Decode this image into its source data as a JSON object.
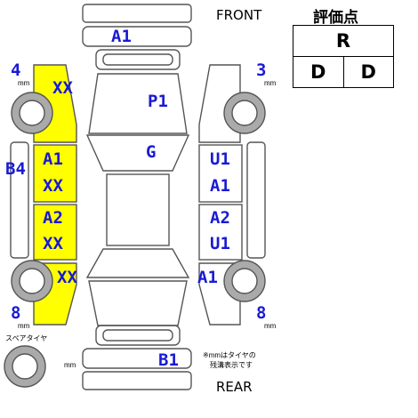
{
  "labels": {
    "front": "FRONT",
    "rear": "REAR",
    "grade_title": "評価点",
    "spare_tire": "スペアタイヤ",
    "tread_note_line1": "※mmはタイヤの",
    "tread_note_line2": "残溝表示です"
  },
  "grade": {
    "overall": "R",
    "interior": "D",
    "exterior": "D"
  },
  "tires": {
    "front_left": {
      "value": "4",
      "unit": "mm"
    },
    "front_right": {
      "value": "3",
      "unit": "mm"
    },
    "rear_left": {
      "value": "8",
      "unit": "mm"
    },
    "rear_right": {
      "value": "8",
      "unit": "mm"
    },
    "spare_unit": "mm"
  },
  "damage_codes": {
    "front_bumper": "A1",
    "hood": "P1",
    "roof": "G",
    "rear_bumper": "B1",
    "left_side_sill": "B4",
    "left_front_fender": "XX",
    "left_front_door_1": "A1",
    "left_front_door_2": "XX",
    "left_rear_door_1": "A2",
    "left_rear_door_2": "XX",
    "left_rear_fender": "XX",
    "right_front_door_1": "U1",
    "right_front_door_2": "A1",
    "right_rear_door_1": "A2",
    "right_rear_door_2": "U1",
    "right_rear_fender": "A1"
  },
  "colors": {
    "damage_highlight": "#ffff00",
    "code_text": "#1a1ad4"
  }
}
